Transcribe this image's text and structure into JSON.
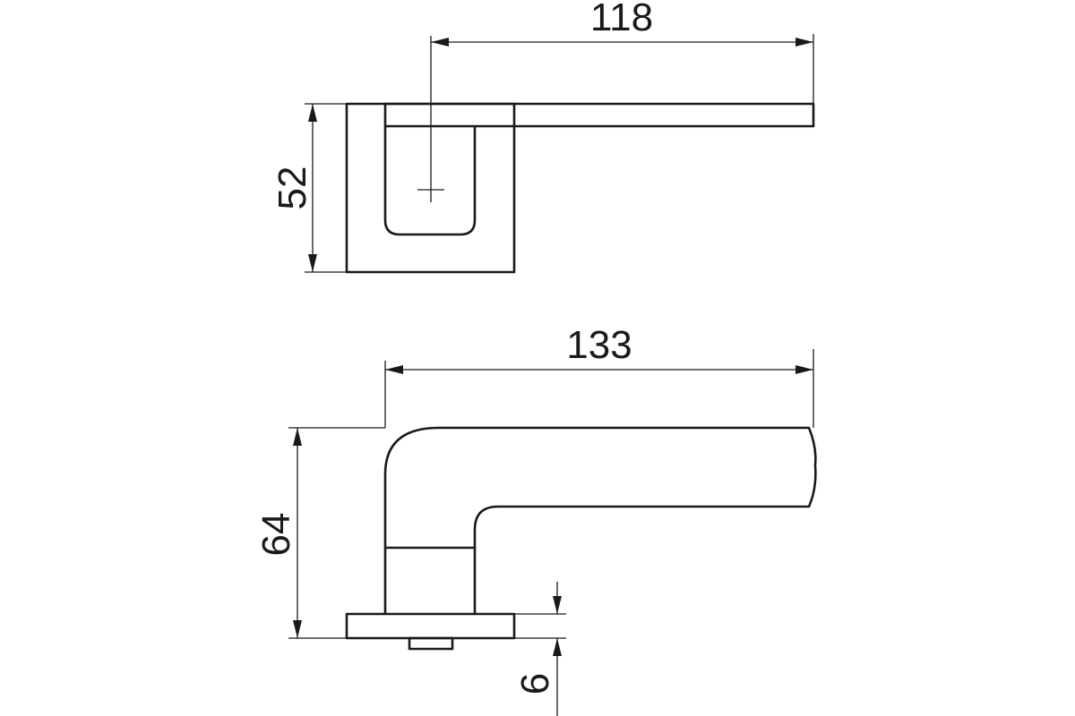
{
  "drawing": {
    "top_view": {
      "dimensions": {
        "lever_length": "118",
        "rose_height": "52"
      }
    },
    "side_view": {
      "dimensions": {
        "total_length": "133",
        "total_height": "64",
        "rose_thickness": "6"
      }
    },
    "colors": {
      "line": "#1a1a1a",
      "background": "#ffffff"
    }
  }
}
